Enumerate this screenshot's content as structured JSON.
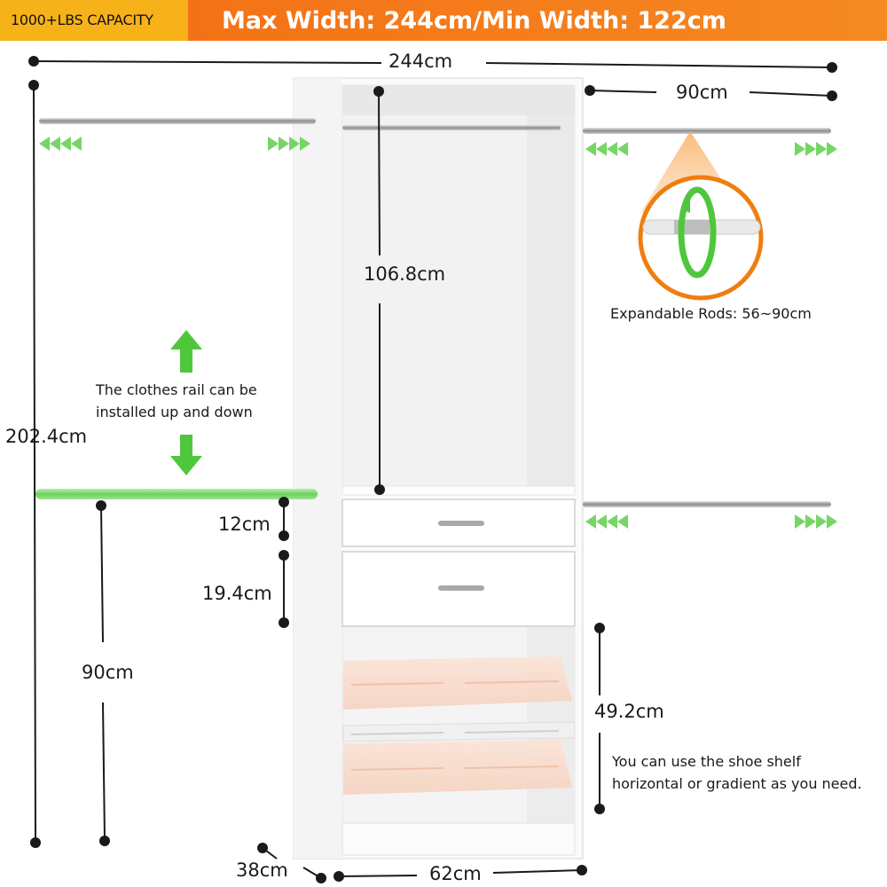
{
  "banner": {
    "capacity": "1000+LBS CAPACITY",
    "width_text": "Max Width: 244cm/Min Width: 122cm"
  },
  "dimensions": {
    "total_width": "244cm",
    "rod_length": "90cm",
    "total_height": "202.4cm",
    "upper_section": "106.8cm",
    "top_drawer": "12cm",
    "bottom_drawer": "19.4cm",
    "lower_rod_height": "90cm",
    "shoe_section": "49.2cm",
    "depth": "38cm",
    "tower_width": "62cm"
  },
  "notes": {
    "rail_line1": "The clothes rail can be",
    "rail_line2": "installed up and down",
    "rods": "Expandable Rods: 56~90cm",
    "shoe_line1": "You can use the shoe shelf",
    "shoe_line2": "horizontal or gradient as you need."
  },
  "colors": {
    "banner": "#f36c14",
    "badge": "#f7b21a",
    "arrow_green": "#5ecf4a",
    "accent_orange": "#f07d10"
  }
}
